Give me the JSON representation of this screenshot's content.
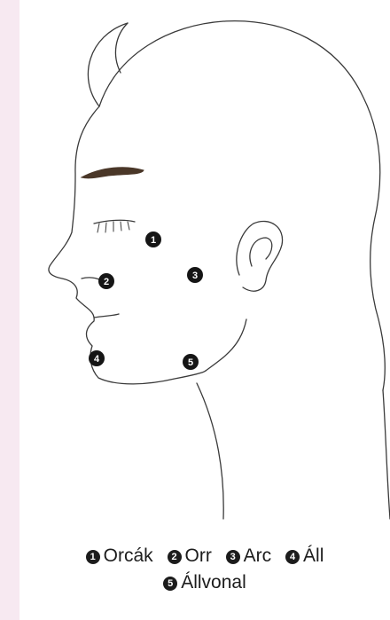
{
  "diagram": {
    "colors": {
      "outline": "#3a3a3a",
      "marker_fill": "#151515",
      "marker_text": "#ffffff",
      "brow": "#4a3728",
      "background": "#f7e9f1"
    },
    "markers": [
      {
        "number": "1",
        "label": "Orcák"
      },
      {
        "number": "2",
        "label": "Orr"
      },
      {
        "number": "3",
        "label": "Arc"
      },
      {
        "number": "4",
        "label": "Áll"
      },
      {
        "number": "5",
        "label": "Állvonal"
      }
    ]
  }
}
